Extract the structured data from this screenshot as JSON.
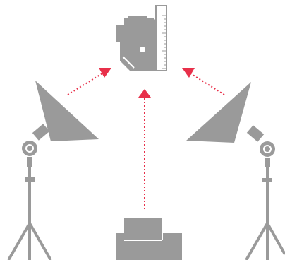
{
  "diagram": {
    "type": "studio-lighting-setup",
    "colors": {
      "background": "#ffffff",
      "equipment": "#9a9a9a",
      "equipment_dark": "#8a8a8a",
      "highlight": "#ffffff",
      "arrow": "#e8304a"
    },
    "subject": {
      "icon": "camera-with-scale-icon"
    },
    "lights": [
      {
        "id": "left",
        "icon": "softbox-light-icon"
      },
      {
        "id": "right",
        "icon": "softbox-light-icon"
      }
    ],
    "camera": {
      "icon": "camera-icon"
    },
    "arrows": [
      {
        "from": "left-light",
        "to": "subject",
        "style": "dotted"
      },
      {
        "from": "camera",
        "to": "subject",
        "style": "dotted"
      },
      {
        "from": "right-light",
        "to": "subject",
        "style": "dotted"
      }
    ]
  }
}
